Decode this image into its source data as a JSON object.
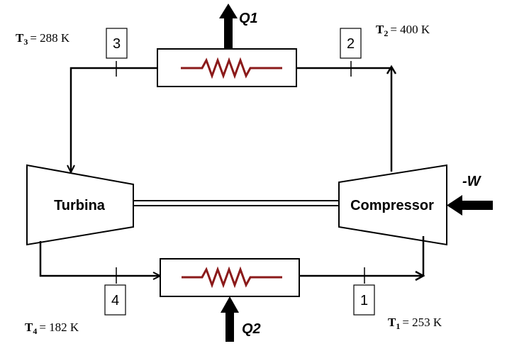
{
  "components": {
    "turbine": {
      "label": "Turbina"
    },
    "compressor": {
      "label": "Compressor"
    }
  },
  "heat": {
    "top": {
      "label": "Q1"
    },
    "bottom": {
      "label": "Q2"
    }
  },
  "work": {
    "label": "-W"
  },
  "states": [
    {
      "number": "1",
      "temp_sub": "1",
      "temp_value": "= 253 K"
    },
    {
      "number": "2",
      "temp_sub": "2",
      "temp_value": "= 400 K"
    },
    {
      "number": "3",
      "temp_sub": "3",
      "temp_value": "= 288 K"
    },
    {
      "number": "4",
      "temp_sub": "4",
      "temp_value": "= 182 K"
    }
  ],
  "temp_symbol": "T",
  "colors": {
    "line": "#000000",
    "resistor": "#8b1a1a",
    "background": "#ffffff"
  }
}
